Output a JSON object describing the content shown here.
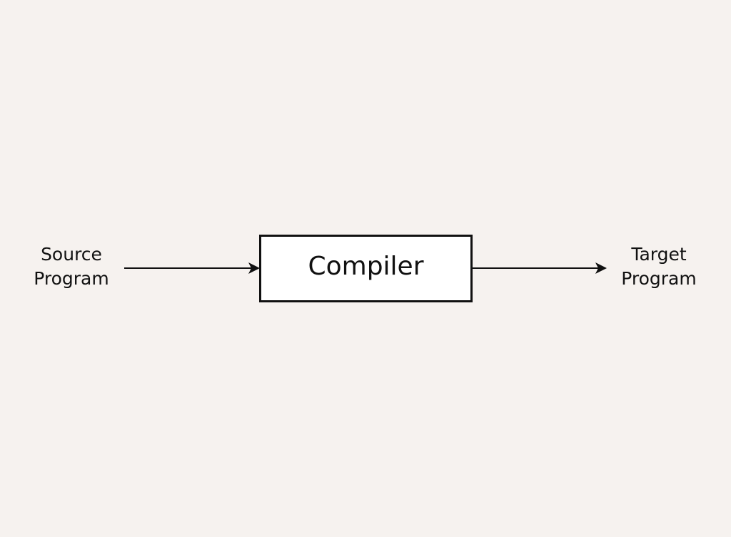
{
  "diagram": {
    "source": {
      "line1": "Source",
      "line2": "Program"
    },
    "process": {
      "label": "Compiler"
    },
    "target": {
      "line1": "Target",
      "line2": "Program"
    }
  },
  "colors": {
    "background": "#f6f2ef",
    "box_fill": "#ffffff",
    "stroke": "#111111"
  }
}
